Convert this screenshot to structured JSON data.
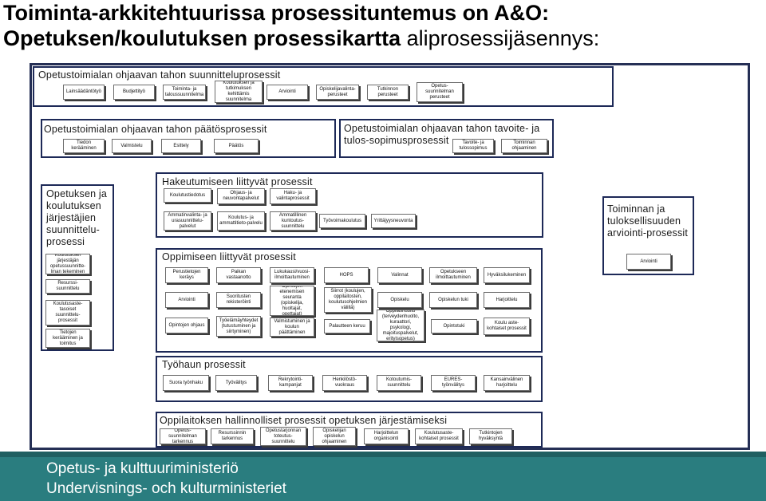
{
  "title": {
    "line1": "Toiminta-arkkitehtuurissa prosessituntemus on A&O:",
    "line2_bold": "Opetuksen/koulutuksen prosessikartta",
    "line2_rest": " aliprosessijäsennys:"
  },
  "suunnittelu": {
    "title": "Opetustoimialan ohjaavan tahon suunnitteluprosessit",
    "boxes": [
      "Lainsäädäntötyö",
      "Budjettityö",
      "Toiminta- ja taloussuunnitelma",
      "Koulutuksen ja tutkimuksen kehittämis suunnitelma",
      "Arviointi",
      "Opiskelijavalinta-perusteet",
      "Tutkinnon perusteet",
      "Opetus-suunnitelman perusteet"
    ]
  },
  "paatos": {
    "title": "Opetustoimialan ohjaavan tahon päätösprosessit",
    "boxes": [
      "Tiedon kerääminen",
      "Valmistelu",
      "Esittely",
      "Päätös"
    ]
  },
  "tavoite": {
    "title": "Opetustoimialan ohjaavan tahon tavoite- ja tulos-sopimusprosessit",
    "boxes": [
      "Tavoite- ja tulossopimus",
      "Toiminnan ohjaaminen"
    ]
  },
  "jarjestajien": {
    "title": "Opetuksen ja koulutuksen järjestäjien suunnittelu-prosessi",
    "boxes": [
      "Koulutuksen järjestäjän opetussuunnitte-lman tekeminen",
      "Resurssi-suunnittelu",
      "Koulutusaste-tasoiset suunnittelu-prosessit",
      "Tietojen kerääminen ja toimitus"
    ]
  },
  "hakeutumiseen": {
    "title": "Hakeutumiseen liittyvät prosessit",
    "boxes": [
      "Koulutustiedotus",
      "Ohjaus- ja neuvontapalvelut",
      "Haku- ja valintaprosessit",
      "Ammatinvalinta- ja urasuunnittelu-palvelut",
      "Koulutus- ja ammattitieto-palvelu",
      "Ammatillinen kuntoutus-suunnittelu",
      "Työvoimakoulutus",
      "Yrittäjyysneuvonta"
    ]
  },
  "arviointi": {
    "title": "Toiminnan ja tuloksellisuuden arviointi-prosessit",
    "box": "Arviointi"
  },
  "oppimiseen": {
    "title": "Oppimiseen liittyvät prosessit",
    "boxes": [
      "Perustietojen keräys",
      "Paikan vastaanotto",
      "Lukukausi/vuosi-ilmoittautuminen",
      "HOPS",
      "Valinnat",
      "Opetukseen ilmoittautuminen",
      "Hyväksilukeminen",
      "Arviointi",
      "Suoritusten rekisteröinti",
      "Opintojen etenemisen seuranta (opiskelija, huoltajat, opettajat)",
      "Siirrot (koulujen, oppilaitosten, koulutusohjelmien välillä)",
      "Opiskelu",
      "Opiskelun tuki",
      "Harjoittelu",
      "Opintojen ohjaus",
      "Työelämäyhteydet (tutustuminen ja siirtyminen)",
      "Valmistuminen ja koulun päättäminen",
      "Palautteen keruu",
      "Oppilashuolto (terveydenhuolto, kuraattori, psykologi, majoituspalvelut, erityisopetus)",
      "Opintotuki",
      "Koulu aste-kohtaiset prosessit"
    ]
  },
  "tyohaun": {
    "title": "Työhaun prosessit",
    "boxes": [
      "Suora työnhaku",
      "Työvälitys",
      "Rekrytointi-kampanjat",
      "Henkilöstö-vuokraus",
      "Kotoutumis-suunnittelu",
      "EURES-työnvälitys",
      "Kansainvälinen harjoittelu"
    ]
  },
  "hallinnolliset": {
    "title": "Oppilaitoksen hallinnolliset prosessit opetuksen järjestämiseksi",
    "boxes": [
      "Opetus-suunnitelman tarkennus",
      "Resurssinnin tarkennus",
      "Opetustarjonnan toteutus-suunnittelu",
      "Opiskelijan opiskelun ohjaaminen",
      "Harjoittelun organisointi",
      "Koulutusaste-kohtaiset prosessit",
      "Tutkintojen hyväksyntä"
    ]
  },
  "footer": {
    "line1": "Opetus- ja kulttuuriministeriö",
    "line2": "Undervisnings- och kulturministeriet"
  },
  "colors": {
    "frame": "#252f55",
    "footer": "#2a7d7f"
  }
}
